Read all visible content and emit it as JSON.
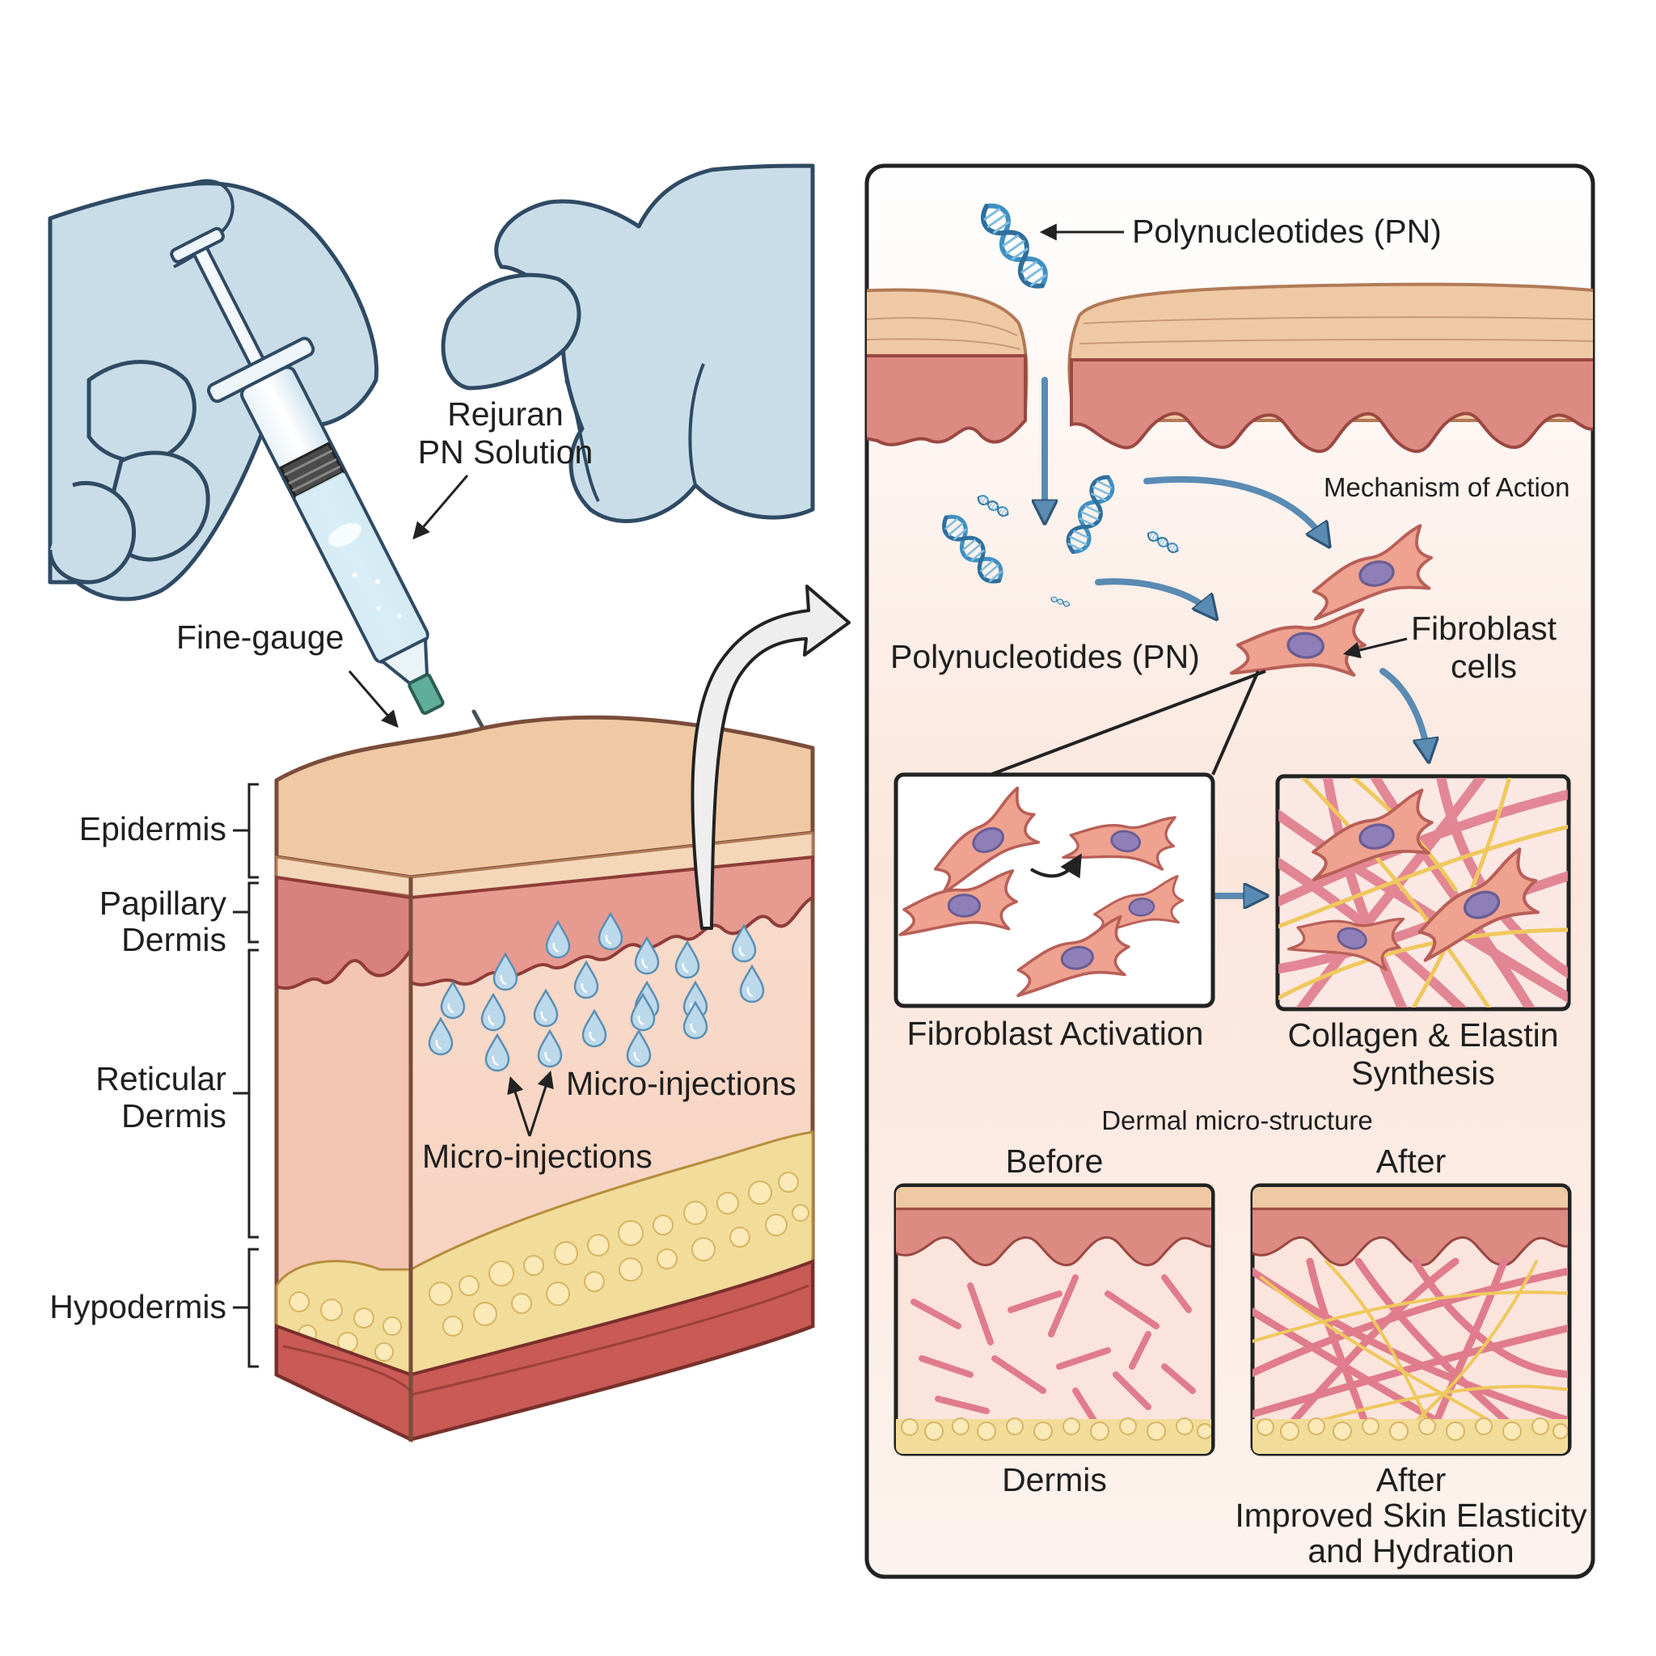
{
  "colors": {
    "glove": "#c9dde9",
    "glove_outline": "#2f4a63",
    "epidermis": "#efc9a4",
    "papillary": "#d9827d",
    "dermis": "#f8d9c8",
    "fat": "#f2dc9a",
    "muscle": "#c95a55",
    "collagen": "#e07c8c",
    "elastin": "#efc85d",
    "dna": "#3f8fc2",
    "fibroblast": "#eea28f",
    "nucleus": "#8f7fb8",
    "droplet": "#a8cce3",
    "arrow_blue": "#5a8bb3"
  },
  "icons": [
    "gloved-hand-icon",
    "syringe-icon",
    "needle-icon",
    "dna-strand-icon",
    "fibroblast-cell-icon",
    "water-droplet-icon"
  ],
  "left_panel": {
    "syringe_label_line1": "Rejuran",
    "syringe_label_line2": "PN Solution",
    "needle_label": "Fine-gauge",
    "layers": {
      "epidermis": "Epidermis",
      "papillary_line1": "Papillary",
      "papillary_line2": "Dermis",
      "reticular_line1": "Reticular",
      "reticular_line2": "Dermis",
      "hypodermis": "Hypodermis"
    },
    "micro_injections_a": "Micro-injections",
    "micro_injections_b": "Micro-injections"
  },
  "right_panel": {
    "pn_top_label": "Polynucleotides (PN)",
    "mechanism_label": "Mechanism of Action",
    "pn_mid_label": "Polynucleotides (PN)",
    "fibroblast_line1": "Fibroblast",
    "fibroblast_line2": "cells",
    "activation_caption": "Fibroblast Activation",
    "synthesis_line1": "Collagen & Elastin",
    "synthesis_line2": "Synthesis",
    "microstructure_title": "Dermal micro-structure",
    "before_title": "Before",
    "after_title": "After",
    "before_caption": "Dermis",
    "after_caption_line1": "After",
    "after_caption_line2": "Improved Skin Elasticity",
    "after_caption_line3": "and Hydration"
  }
}
